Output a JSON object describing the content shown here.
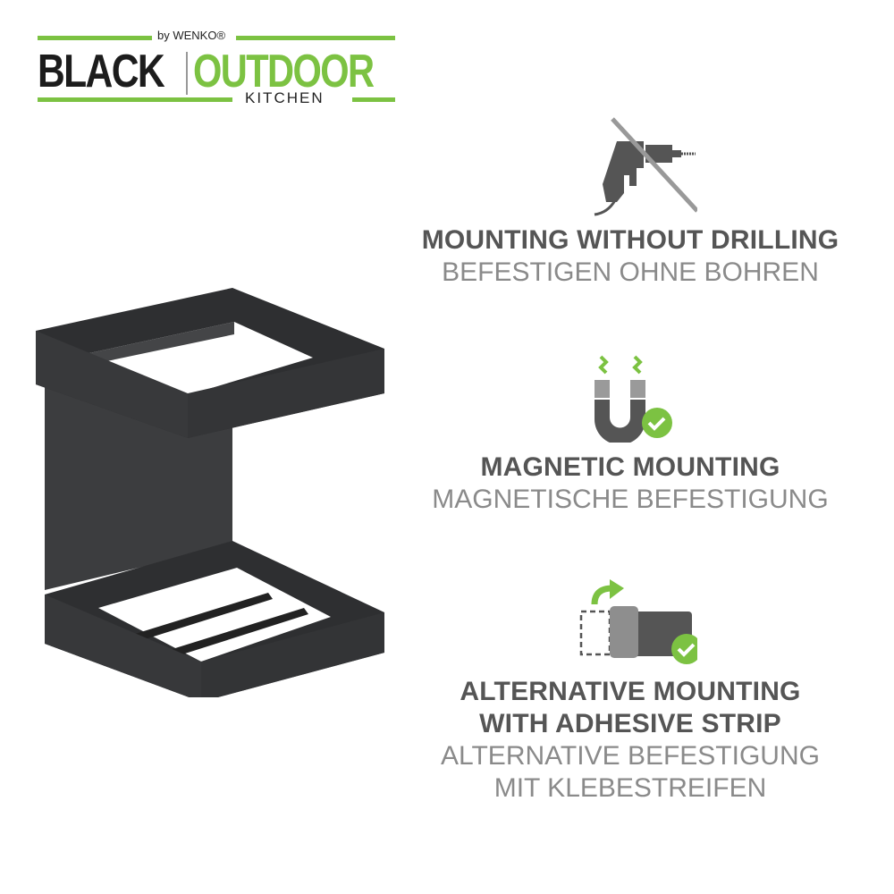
{
  "brand": {
    "by": "by WENKO®",
    "word1": "BLACK",
    "word2": "OUTDOOR",
    "word3": "KITCHEN",
    "colors": {
      "green": "#7cc242",
      "dark": "#1c1c1c",
      "title_gray": "#555555",
      "sub_gray": "#8a8a8a",
      "icon_gray": "#5a5a5a"
    }
  },
  "product": {
    "name": "black-wall-mounted-holder",
    "icon": "product-image"
  },
  "features": [
    {
      "icon": "no-drill-icon",
      "title": "MOUNTING WITHOUT DRILLING",
      "subtitle": "BEFESTIGEN OHNE BOHREN"
    },
    {
      "icon": "magnet-check-icon",
      "title": "MAGNETIC MOUNTING",
      "subtitle": "MAGNETISCHE BEFESTIGUNG"
    },
    {
      "icon": "adhesive-strip-check-icon",
      "title_lines": [
        "ALTERNATIVE MOUNTING",
        "WITH ADHESIVE STRIP"
      ],
      "subtitle_lines": [
        "ALTERNATIVE BEFESTIGUNG",
        "MIT KLEBESTREIFEN"
      ]
    }
  ]
}
